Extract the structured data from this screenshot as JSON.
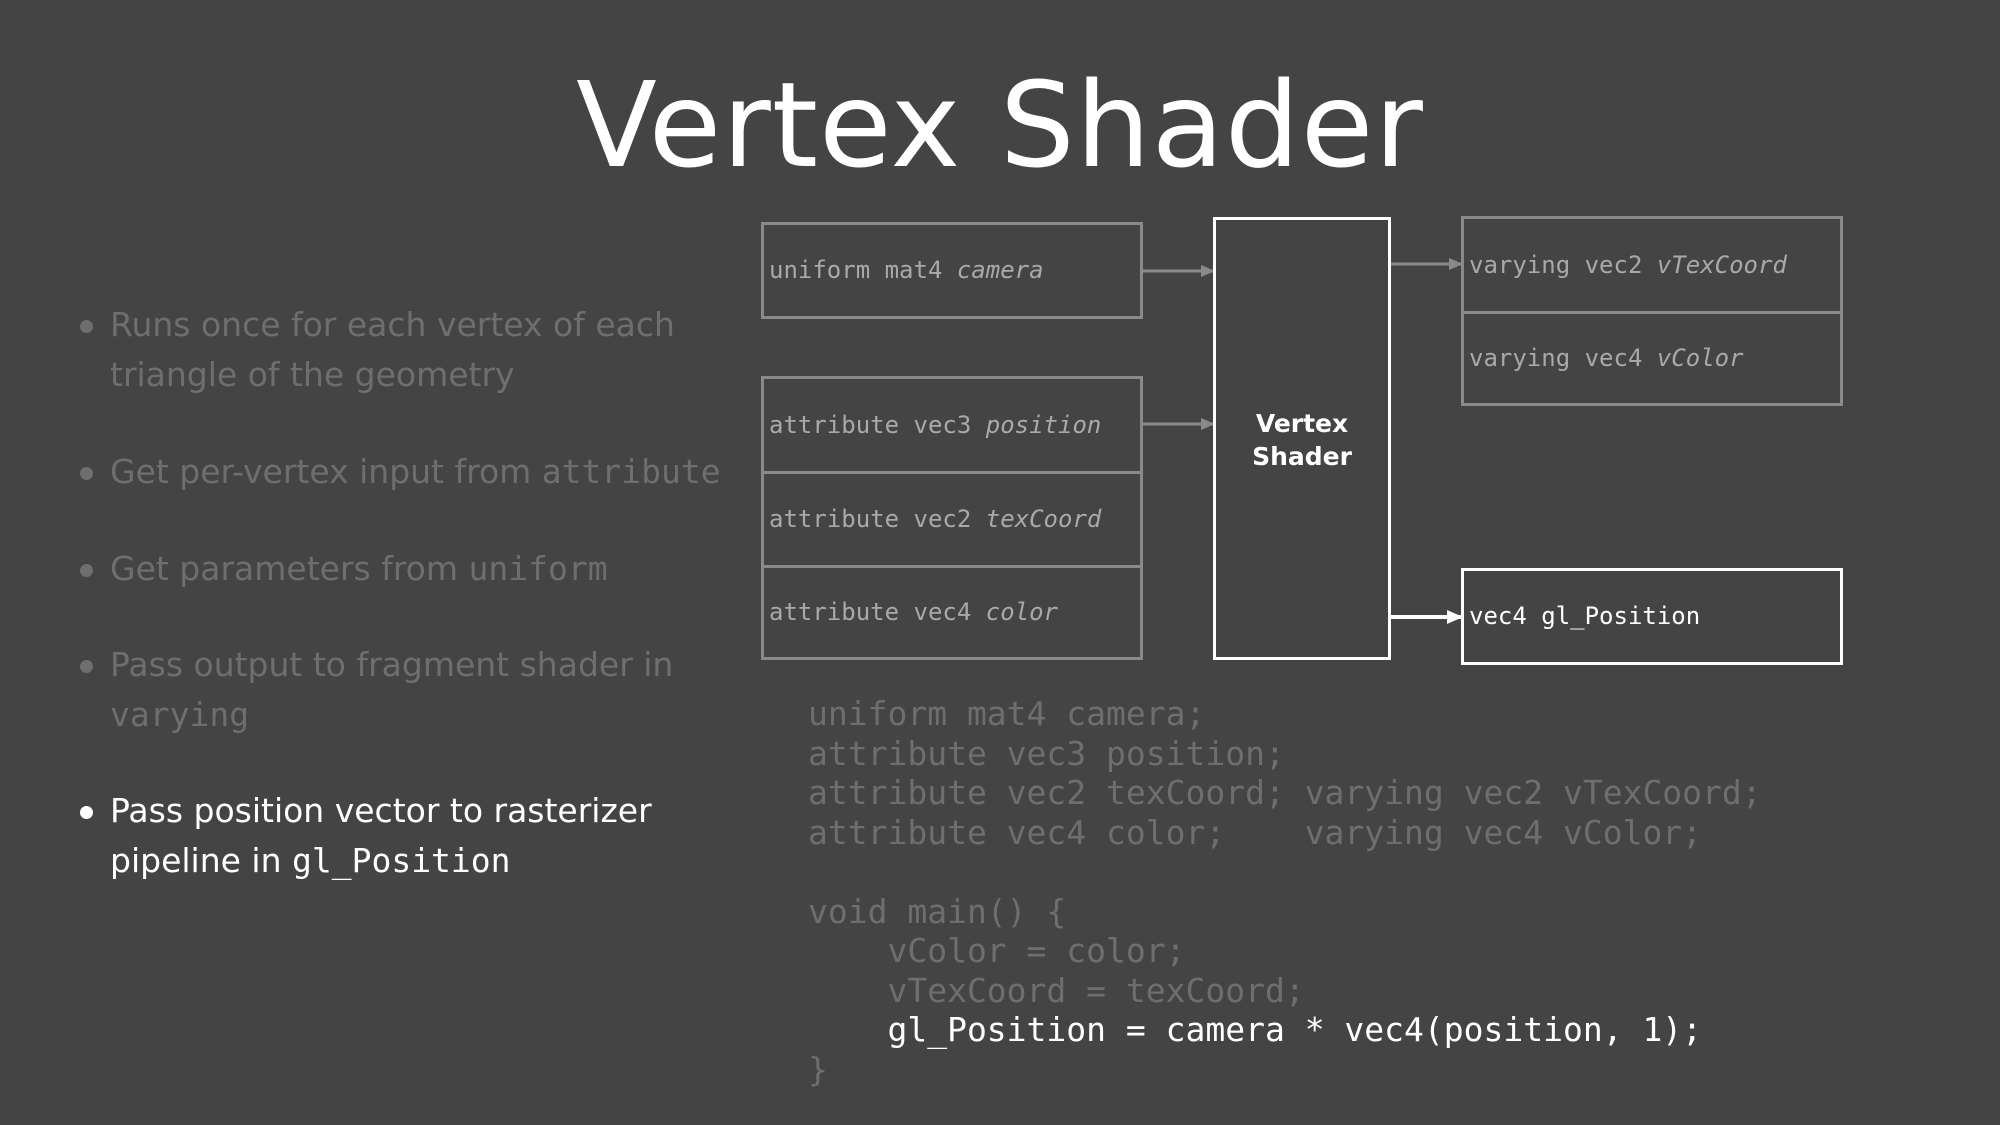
{
  "slide": {
    "title": "Vertex Shader"
  },
  "bullets": [
    {
      "text": "Runs once for each vertex of each triangle of the geometry",
      "active": false
    },
    {
      "text": "Get per-vertex input from ",
      "code": "attribute",
      "active": false
    },
    {
      "text": "Get parameters from ",
      "code": "uniform",
      "active": false
    },
    {
      "text": "Pass output to fragment shader in ",
      "code": "varying",
      "active": false
    },
    {
      "text": "Pass position vector to rasterizer pipeline in ",
      "code": "gl_Position",
      "active": true
    }
  ],
  "diagram": {
    "uniform": {
      "type": "uniform mat4 ",
      "name": "camera"
    },
    "attributes": [
      {
        "type": "attribute vec3 ",
        "name": "position"
      },
      {
        "type": "attribute vec2 ",
        "name": "texCoord"
      },
      {
        "type": "attribute vec4 ",
        "name": "color"
      }
    ],
    "shader_label_line1": "Vertex",
    "shader_label_line2": "Shader",
    "varyings": [
      {
        "type": "varying vec2 ",
        "name": "vTexCoord"
      },
      {
        "type": "varying vec4 ",
        "name": "vColor"
      }
    ],
    "output": "vec4 gl_Position"
  },
  "code": [
    {
      "text": "uniform mat4 camera;",
      "highlight": false
    },
    {
      "text": "attribute vec3 position;",
      "highlight": false
    },
    {
      "text": "attribute vec2 texCoord; varying vec2 vTexCoord;",
      "highlight": false
    },
    {
      "text": "attribute vec4 color;    varying vec4 vColor;",
      "highlight": false
    },
    {
      "text": "",
      "highlight": false
    },
    {
      "text": "void main() {",
      "highlight": false
    },
    {
      "text": "    vColor = color;",
      "highlight": false
    },
    {
      "text": "    vTexCoord = texCoord;",
      "highlight": false
    },
    {
      "text": "    gl_Position = camera * vec4(position, 1);",
      "highlight": true
    },
    {
      "text": "}",
      "highlight": false
    }
  ],
  "colors": {
    "background": "#444444",
    "dim_text": "#6e6e6e",
    "highlight_text": "#ffffff",
    "box_border": "#8a8a8a"
  }
}
